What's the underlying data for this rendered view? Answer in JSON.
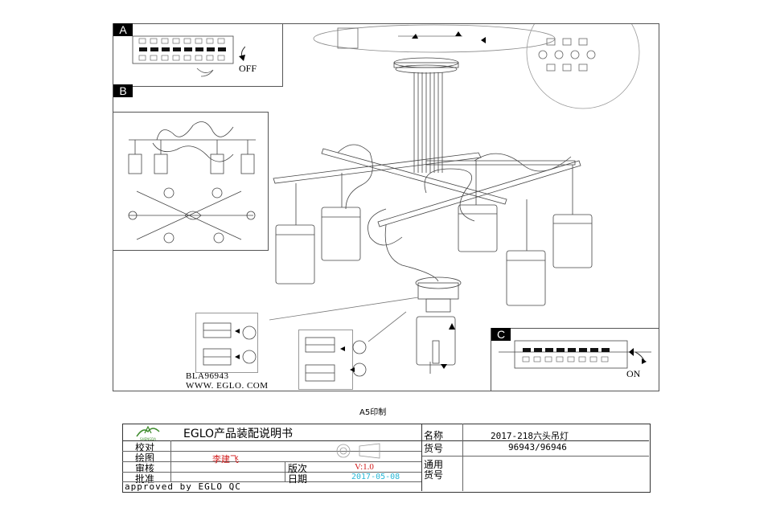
{
  "insets": {
    "a_label": "A",
    "a_state": "OFF",
    "b_label": "B",
    "c_label": "C",
    "c_state": "ON"
  },
  "model_info": {
    "code": "BLA96943",
    "url": "WWW. EGLO. COM"
  },
  "page_note": "A5印制",
  "title_block": {
    "title": "EGLO产品装配说明书",
    "logo_text": "SHENGDA",
    "row_labels": [
      "校对",
      "绘图",
      "审核",
      "批准"
    ],
    "drawer": "李建飞",
    "version_label": "版次",
    "version": "V:1.0",
    "date_label": "日期",
    "date": "2017-05-08",
    "name_label": "名称",
    "name_value": "2017-218六头吊灯",
    "part_label": "货号",
    "part_value": "96943/96946",
    "common_label_1": "通用",
    "common_label_2": "货号",
    "approved": "approved by EGLO QC"
  },
  "colors": {
    "drawer_text": "#d11a1a",
    "version_text": "#d11a1a",
    "date_text": "#27b7d6",
    "logo_green": "#3c8a2a"
  }
}
